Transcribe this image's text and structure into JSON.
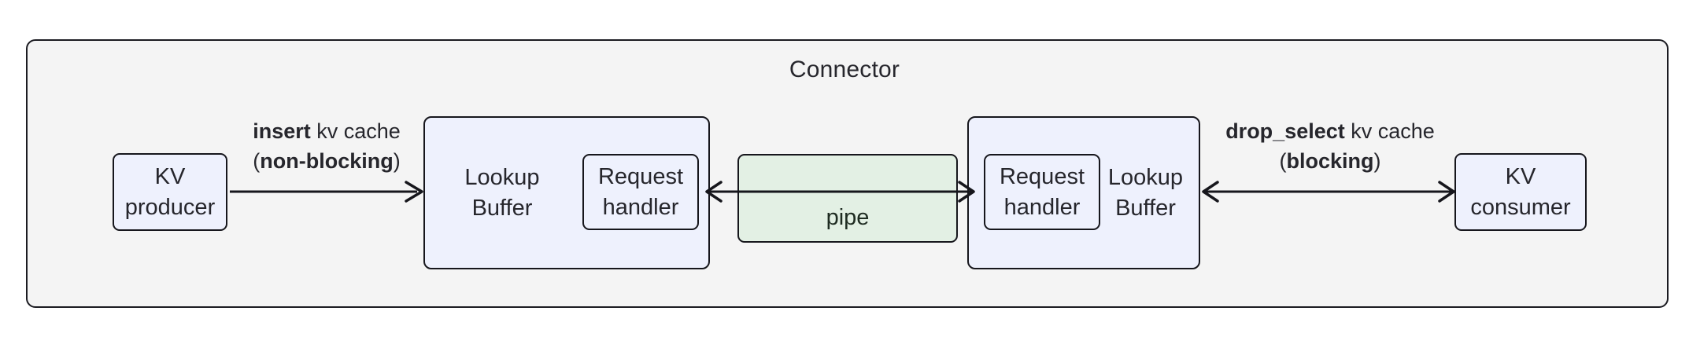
{
  "diagram": {
    "container": {
      "title": "Connector"
    },
    "nodes": {
      "kv_producer": {
        "line1": "KV",
        "line2": "producer"
      },
      "kv_consumer": {
        "line1": "KV",
        "line2": "consumer"
      },
      "lookup_buffer_left": {
        "line1": "Lookup",
        "line2": "Buffer"
      },
      "lookup_buffer_right": {
        "line1": "Lookup",
        "line2": "Buffer"
      },
      "request_handler_left": {
        "line1": "Request",
        "line2": "handler"
      },
      "request_handler_right": {
        "line1": "Request",
        "line2": "handler"
      },
      "pipe": {
        "label": "pipe"
      }
    },
    "edges": {
      "insert": {
        "line1_bold": "insert",
        "line1_rest": " kv cache",
        "line2_open": "(",
        "line2_bold": "non-blocking",
        "line2_close": ")",
        "direction": "right"
      },
      "drop_select": {
        "line1_bold": "drop_select",
        "line1_rest": " kv cache",
        "line2_open": "(",
        "line2_bold": "blocking",
        "line2_close": ")",
        "direction": "bidirectional"
      },
      "pipe_flow": {
        "direction": "bidirectional"
      }
    },
    "colors": {
      "container_fill": "#f4f4f4",
      "container_stroke": "#1b1b21",
      "node_fill": "#eef1fd",
      "node_stroke": "#16161c",
      "pipe_fill": "#e3f0e4",
      "text": "#26262c"
    }
  }
}
